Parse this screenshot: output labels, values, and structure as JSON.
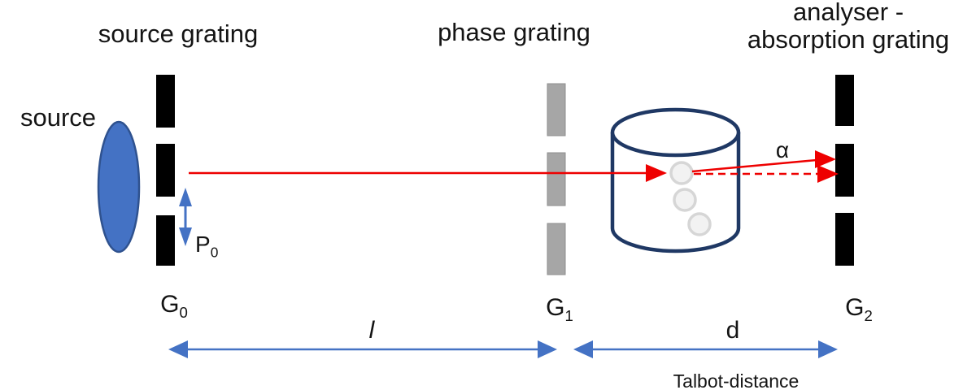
{
  "diagram": {
    "titles": {
      "source_grating": "source grating",
      "phase_grating": "phase grating",
      "analyser_line1": "analyser -",
      "analyser_line2": "absorption grating"
    },
    "labels": {
      "source": "source",
      "p0": {
        "base": "P",
        "sub": "0"
      },
      "g0": {
        "base": "G",
        "sub": "0"
      },
      "g1": {
        "base": "G",
        "sub": "1"
      },
      "g2": {
        "base": "G",
        "sub": "2"
      },
      "distance_l": "l",
      "distance_d": "d",
      "talbot": "Talbot-distance",
      "alpha": "α"
    },
    "colors": {
      "text_color": "#141414",
      "accent_blue": "#4472C4",
      "ellipse_stroke": "#2F528F",
      "dark_navy": "#1F3864",
      "beam_red": "#EE0000",
      "grating_black": "#000000",
      "grating_gray": "#A6A6A6",
      "grating_gray_edge": "#8F8F8F",
      "sphere_fill": "#F2F2F2",
      "sphere_stroke": "#D6D6D6"
    }
  }
}
